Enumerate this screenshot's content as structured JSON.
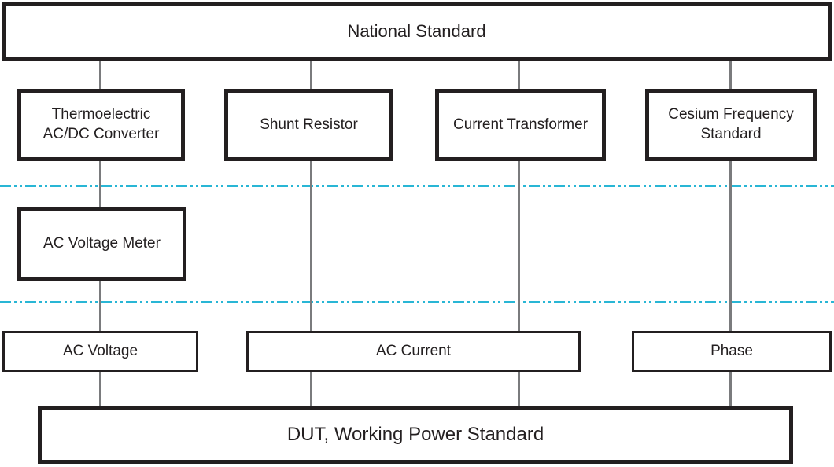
{
  "diagram": {
    "title": "Traceability chain for DUT working power standard",
    "background": "#ffffff",
    "colors": {
      "ink": "#231f20",
      "connector_gray": "#7a7b7d",
      "divider_cyan": "#29b6d5"
    },
    "nodes": {
      "national_standard": {
        "label": "National Standard"
      },
      "thermoelectric_converter": {
        "label": "Thermoelectric AC/DC Converter"
      },
      "shunt_resistor": {
        "label": "Shunt Resistor"
      },
      "current_transformer": {
        "label": "Current Transformer"
      },
      "cesium_frequency_standard": {
        "label": "Cesium Frequency Standard"
      },
      "ac_voltage_meter": {
        "label": "AC Voltage Meter"
      },
      "ac_voltage": {
        "label": "AC Voltage"
      },
      "ac_current": {
        "label": "AC Current"
      },
      "phase": {
        "label": "Phase"
      },
      "dut": {
        "label": "DUT, Working Power Standard"
      }
    },
    "edges": [
      {
        "from": "national_standard",
        "to": "thermoelectric_converter"
      },
      {
        "from": "national_standard",
        "to": "shunt_resistor"
      },
      {
        "from": "national_standard",
        "to": "current_transformer"
      },
      {
        "from": "national_standard",
        "to": "cesium_frequency_standard"
      },
      {
        "from": "thermoelectric_converter",
        "to": "ac_voltage_meter"
      },
      {
        "from": "ac_voltage_meter",
        "to": "ac_voltage"
      },
      {
        "from": "shunt_resistor",
        "to": "ac_current"
      },
      {
        "from": "current_transformer",
        "to": "ac_current"
      },
      {
        "from": "cesium_frequency_standard",
        "to": "phase"
      },
      {
        "from": "ac_voltage",
        "to": "dut"
      },
      {
        "from": "ac_current",
        "to": "dut"
      },
      {
        "from": "phase",
        "to": "dut"
      }
    ],
    "dividers": [
      {
        "style": "dash-dot-dot",
        "color": "#29b6d5",
        "position": "between national standards and working standards"
      },
      {
        "style": "dash-dot-dot",
        "color": "#29b6d5",
        "position": "between working standards and quantities"
      }
    ]
  }
}
